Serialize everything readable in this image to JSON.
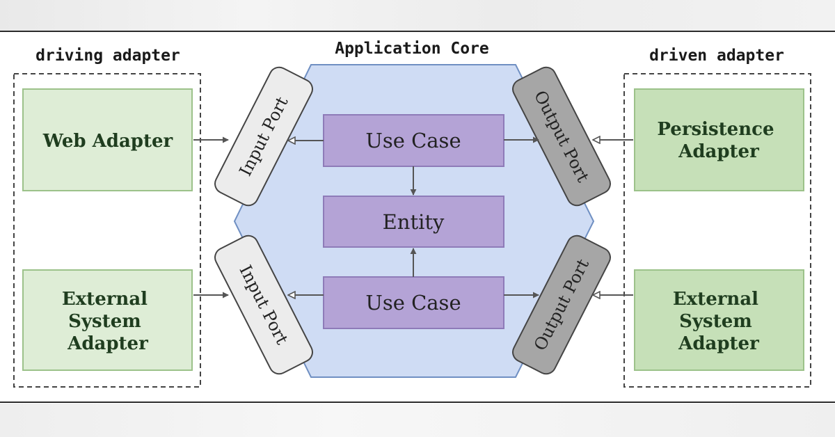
{
  "titles": {
    "driving": "driving adapter",
    "core": "Application Core",
    "driven": "driven adapter"
  },
  "driving_adapters": [
    {
      "lines": [
        "Web Adapter"
      ]
    },
    {
      "lines": [
        "External",
        "System",
        "Adapter"
      ]
    }
  ],
  "driven_adapters": [
    {
      "lines": [
        "Persistence",
        "Adapter"
      ]
    },
    {
      "lines": [
        "External",
        "System",
        "Adapter"
      ]
    }
  ],
  "ports": {
    "input_top": "Input Port",
    "input_bottom": "Input Port",
    "output_top": "Output Port",
    "output_bottom": "Output Port"
  },
  "core_boxes": {
    "use_case_top": "Use Case",
    "entity": "Entity",
    "use_case_bottom": "Use Case"
  },
  "colors": {
    "hexagon_fill": "#cfdcf4",
    "hexagon_stroke": "#6f8fc2",
    "core_box_fill": "#b4a3d6",
    "core_box_stroke": "#8e7bb8",
    "driving_adapter_fill": "#deedd6",
    "driven_adapter_fill": "#c6e0b8",
    "adapter_stroke": "#9cc28a",
    "input_port_fill": "#ececec",
    "output_port_fill": "#a6a6a6",
    "arrow": "#555555"
  }
}
